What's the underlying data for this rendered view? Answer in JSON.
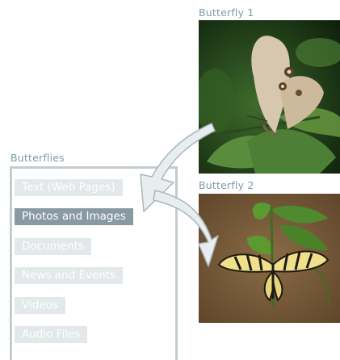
{
  "panel": {
    "title": "Butterflies",
    "categories": [
      {
        "label": "Text (Web Pages)",
        "active": false
      },
      {
        "label": "Photos and Images",
        "active": true
      },
      {
        "label": "Documents",
        "active": false
      },
      {
        "label": "News and Events",
        "active": false
      },
      {
        "label": "Videos",
        "active": false
      },
      {
        "label": "Audio Files",
        "active": false
      }
    ]
  },
  "images": [
    {
      "label": "Butterfly 1"
    },
    {
      "label": "Butterfly 2"
    }
  ],
  "colors": {
    "label_text": "#7f9aa6",
    "panel_border": "#c3ccd0",
    "category_bg": "#e3e8ea",
    "category_active_bg": "#8a9aa2",
    "arrow_fill": "#e8eef0",
    "arrow_stroke": "#aab6bb"
  }
}
